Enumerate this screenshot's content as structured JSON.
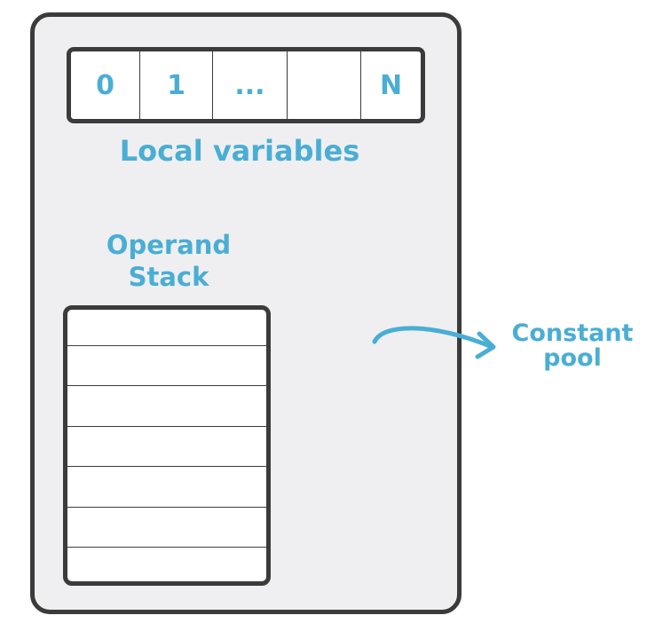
{
  "local_variables": {
    "title": "Local variables",
    "cells": [
      "0",
      "1",
      "...",
      "",
      "N"
    ]
  },
  "operand_stack": {
    "title_line1": "Operand",
    "title_line2": "Stack",
    "slot_count": 7
  },
  "constant_pool": {
    "label_line1": "Constant",
    "label_line2": "pool"
  },
  "colors": {
    "label": "#4aaed4",
    "outline": "#3b3b3b",
    "frame_fill": "#efeff1"
  }
}
